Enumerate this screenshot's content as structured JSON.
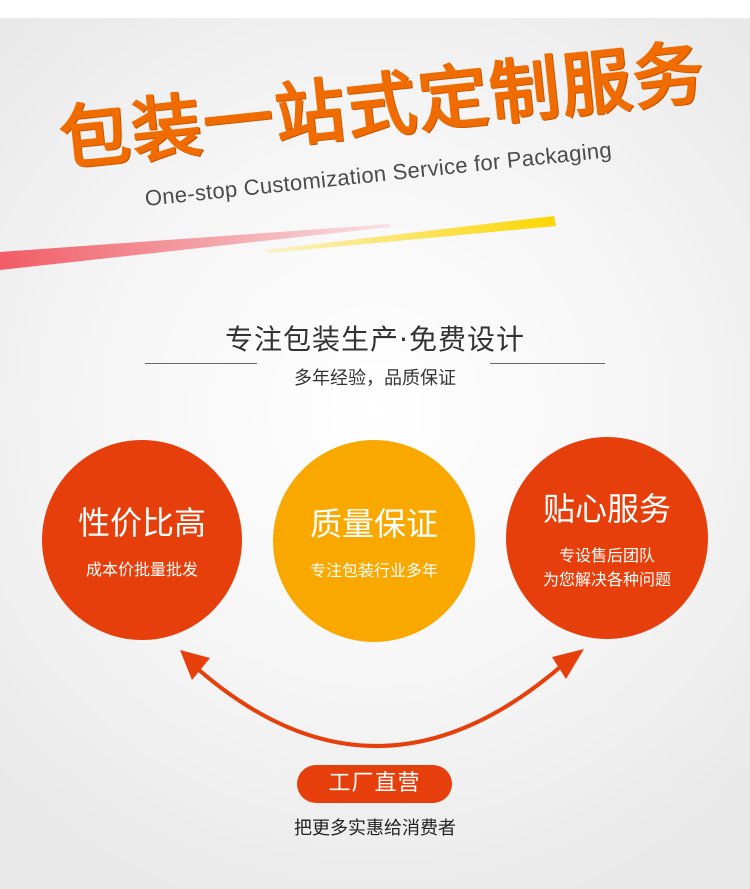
{
  "header": {
    "title": "包装一站式定制服务",
    "subtitle_en": "One-stop Customization Service for Packaging"
  },
  "tagline": {
    "main": "专注包装生产·免费设计",
    "sub": "多年经验，品质保证"
  },
  "features": [
    {
      "title": "性价比高",
      "desc": "成本价批量批发",
      "color": "#e73f0b"
    },
    {
      "title": "质量保证",
      "desc": "专注包装行业多年",
      "color": "#f9a800"
    },
    {
      "title": "贴心服务",
      "desc_lines": [
        "专设售后团队",
        "为您解决各种问题"
      ],
      "color": "#e73f0b"
    }
  ],
  "footer": {
    "badge": "工厂直营",
    "text": "把更多实惠给消费者"
  },
  "colors": {
    "accent_orange": "#f06c00",
    "red_orange": "#e73f0b",
    "yellow": "#f9a800",
    "stripe_pink": "#f25c66",
    "stripe_yellow": "#fcd600"
  }
}
